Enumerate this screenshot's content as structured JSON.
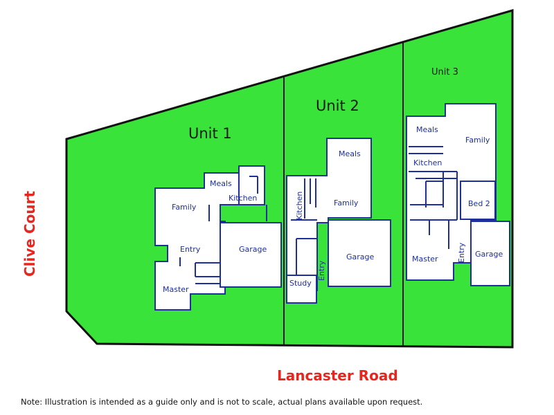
{
  "colors": {
    "lawn": "#39e33a",
    "boundary": "#111111",
    "walls": "#1e2f9c",
    "street": "#e8261d"
  },
  "units": [
    {
      "title": "Unit 1",
      "rooms": [
        "Meals",
        "Kitchen",
        "Family",
        "Entry",
        "Garage",
        "Master"
      ]
    },
    {
      "title": "Unit 2",
      "rooms": [
        "Meals",
        "Kitchen",
        "Family",
        "Garage",
        "Entry",
        "Study"
      ]
    },
    {
      "title": "Unit 3",
      "rooms": [
        "Meals",
        "Family",
        "Kitchen",
        "Bed 2",
        "Master",
        "Entry",
        "Garage"
      ]
    }
  ],
  "streets": {
    "side": "Clive Court",
    "front": "Lancaster Road"
  },
  "note": "Note: Illustration is intended as a guide only and is not to scale, actual plans available upon request."
}
